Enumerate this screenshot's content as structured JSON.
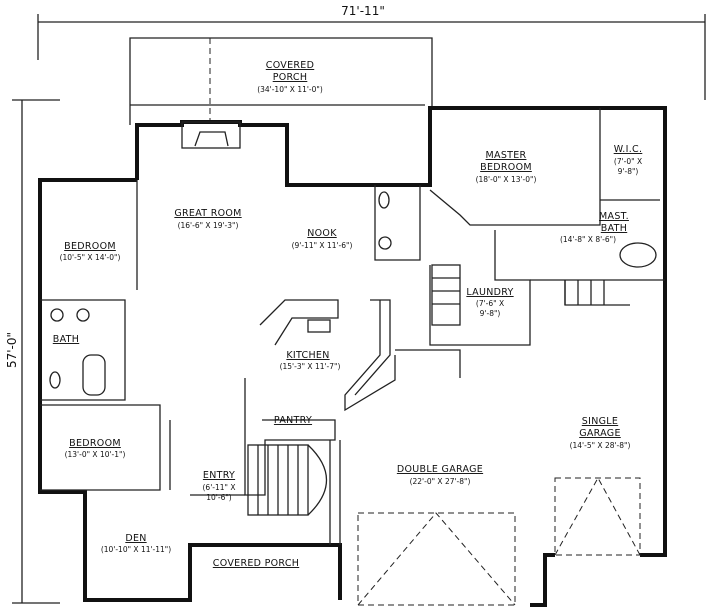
{
  "overall_dimensions": {
    "width": "71'-11\"",
    "depth": "57'-0\""
  },
  "rooms": [
    {
      "name": "COVERED PORCH",
      "name2": "",
      "size": "(34'-10\" X 11'-0\")"
    },
    {
      "name": "GREAT ROOM",
      "size": "(16'-6\" X 19'-3\")"
    },
    {
      "name": "NOOK",
      "size": "(9'-11\" X 11'-6\")"
    },
    {
      "name": "MASTER BEDROOM",
      "size": "(18'-0\" X 13'-0\")"
    },
    {
      "name": "W.I.C.",
      "size": "(7'-0\" X 9'-8\")"
    },
    {
      "name": "MAST. BATH",
      "size": "(14'-8\" X 8'-6\")"
    },
    {
      "name": "BEDROOM",
      "size": "(10'-5\" X 14'-0\")"
    },
    {
      "name": "BATH",
      "size": ""
    },
    {
      "name": "LAUNDRY",
      "size": "(7'-6\" X 9'-8\")"
    },
    {
      "name": "KITCHEN",
      "size": "(15'-3\" X 11'-7\")"
    },
    {
      "name": "PANTRY",
      "size": ""
    },
    {
      "name": "BEDROOM",
      "size": "(13'-0\" X 10'-1\")"
    },
    {
      "name": "SINGLE GARAGE",
      "size": "(14'-5\" X 28'-8\")"
    },
    {
      "name": "DOUBLE GARAGE",
      "size": "(22'-0\" X 27'-8\")"
    },
    {
      "name": "ENTRY",
      "size": "(6'-11\" X 10'-6\")"
    },
    {
      "name": "DEN",
      "size": "(10'-10\" X 11'-11\")"
    },
    {
      "name": "COVERED PORCH",
      "size": ""
    }
  ],
  "label_lines": {
    "rear_porch": [
      "COVERED",
      "PORCH"
    ],
    "master": [
      "MASTER",
      "BEDROOM"
    ],
    "wic_size": [
      "(7'-0\" X",
      "9'-8\")"
    ],
    "mast_bath": [
      "MAST.",
      "BATH"
    ],
    "laundry_size": [
      "(7'-6\" X",
      "9'-8\")"
    ],
    "single_garage": [
      "SINGLE",
      "GARAGE"
    ],
    "entry_size": [
      "(6'-11\" X",
      "10'-6\")"
    ]
  }
}
